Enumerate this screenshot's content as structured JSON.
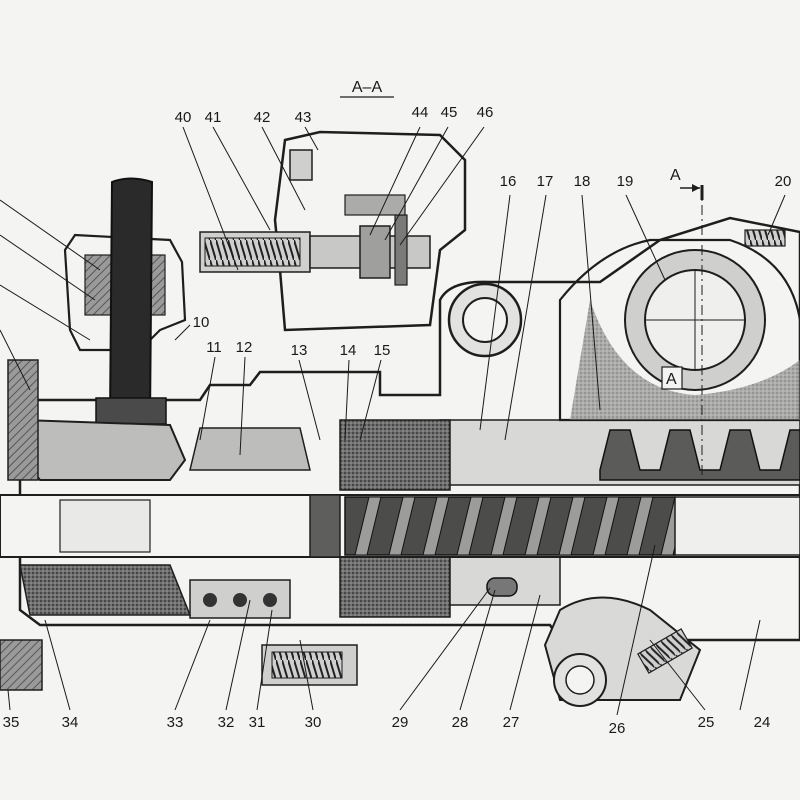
{
  "diagram": {
    "section_label": "A–A",
    "section_marker": "A",
    "section_marker_body": "A",
    "callouts": {
      "c10": "10",
      "c11": "11",
      "c12": "12",
      "c13": "13",
      "c14": "14",
      "c15": "15",
      "c16": "16",
      "c17": "17",
      "c18": "18",
      "c19": "19",
      "c20": "20",
      "c24": "24",
      "c25": "25",
      "c26": "26",
      "c27": "27",
      "c28": "28",
      "c29": "29",
      "c30": "30",
      "c31": "31",
      "c32": "32",
      "c33": "33",
      "c34": "34",
      "c35": "35",
      "c40": "40",
      "c41": "41",
      "c42": "42",
      "c43": "43",
      "c44": "44",
      "c45": "45",
      "c46": "46"
    },
    "colors": {
      "ink": "#1e1e1e",
      "shade": "#8a8a8a",
      "dark": "#2a2a2a",
      "paper": "#f4f4f2"
    }
  }
}
